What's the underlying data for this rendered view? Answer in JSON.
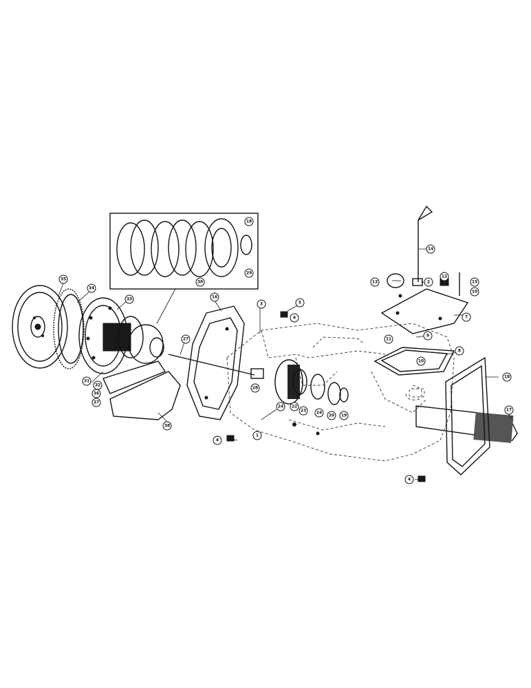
{
  "callouts": [
    {
      "id": "c35",
      "label": "35"
    },
    {
      "id": "c34",
      "label": "34"
    },
    {
      "id": "c33",
      "label": "33"
    },
    {
      "id": "c31",
      "label": "31"
    },
    {
      "id": "c32",
      "label": "32"
    },
    {
      "id": "c36",
      "label": "36"
    },
    {
      "id": "c37",
      "label": "37"
    },
    {
      "id": "c38",
      "label": "38"
    },
    {
      "id": "c30",
      "label": "30"
    },
    {
      "id": "c29",
      "label": "29"
    },
    {
      "id": "c18top",
      "label": "18"
    },
    {
      "id": "c16",
      "label": "16"
    },
    {
      "id": "c27",
      "label": "27"
    },
    {
      "id": "c28",
      "label": "28"
    },
    {
      "id": "c3",
      "label": "3"
    },
    {
      "id": "c5",
      "label": "5"
    },
    {
      "id": "c4a",
      "label": "4"
    },
    {
      "id": "c24",
      "label": "24"
    },
    {
      "id": "c22",
      "label": "22"
    },
    {
      "id": "c23",
      "label": "23"
    },
    {
      "id": "c24b",
      "label": "24"
    },
    {
      "id": "c20",
      "label": "20"
    },
    {
      "id": "c19",
      "label": "19"
    },
    {
      "id": "c1",
      "label": "1"
    },
    {
      "id": "c4b",
      "label": "4"
    },
    {
      "id": "c14",
      "label": "14"
    },
    {
      "id": "c13",
      "label": "13"
    },
    {
      "id": "c2",
      "label": "2"
    },
    {
      "id": "c12",
      "label": "12"
    },
    {
      "id": "c15",
      "label": "15"
    },
    {
      "id": "c10",
      "label": "10"
    },
    {
      "id": "c7",
      "label": "7"
    },
    {
      "id": "c9",
      "label": "9"
    },
    {
      "id": "c11",
      "label": "11"
    },
    {
      "id": "c10b",
      "label": "10"
    },
    {
      "id": "c8",
      "label": "8"
    },
    {
      "id": "c18",
      "label": "18"
    },
    {
      "id": "c17",
      "label": "17"
    },
    {
      "id": "c4c",
      "label": "4"
    }
  ]
}
